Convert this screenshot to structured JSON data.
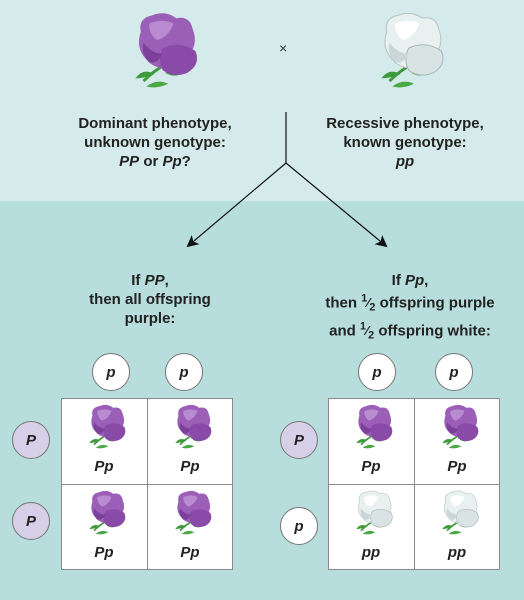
{
  "cross_symbol": "×",
  "parents": {
    "left": {
      "line1": "Dominant phenotype,",
      "line2": "unknown genotype:",
      "geno_a": "PP",
      "or_word": " or ",
      "geno_b": "Pp",
      "qmark": "?",
      "flower_color": "purple"
    },
    "right": {
      "line1": "Recessive phenotype,",
      "line2": "known genotype:",
      "geno": "pp",
      "flower_color": "white"
    }
  },
  "colors": {
    "purple_flower": "#9b5fb8",
    "white_flower": "#e9f0f0",
    "leaf": "#3f9a3c",
    "top_band": "#d5ebeb",
    "bottom_band": "#b7dedd",
    "dominant_allele_fill": "#d7cfe8"
  },
  "outcomes": {
    "left": {
      "if_word": "If ",
      "geno": "PP",
      "comma": ",",
      "line2": "then all offspring",
      "line3": "purple:",
      "top_alleles": [
        "p",
        "p"
      ],
      "side_alleles": [
        "P",
        "P"
      ],
      "cells": [
        {
          "geno": "Pp",
          "flower_color": "purple"
        },
        {
          "geno": "Pp",
          "flower_color": "purple"
        },
        {
          "geno": "Pp",
          "flower_color": "purple"
        },
        {
          "geno": "Pp",
          "flower_color": "purple"
        }
      ]
    },
    "right": {
      "if_word": "If ",
      "geno": "Pp",
      "comma": ",",
      "line2_pre": "then ",
      "frac_num": "1",
      "frac_den": "2",
      "line2_post": " offspring purple",
      "line3_pre": "and ",
      "line3_post": " offspring white:",
      "top_alleles": [
        "p",
        "p"
      ],
      "side_alleles": [
        "P",
        "p"
      ],
      "cells": [
        {
          "geno": "Pp",
          "flower_color": "purple"
        },
        {
          "geno": "Pp",
          "flower_color": "purple"
        },
        {
          "geno": "pp",
          "flower_color": "white"
        },
        {
          "geno": "pp",
          "flower_color": "white"
        }
      ]
    }
  }
}
